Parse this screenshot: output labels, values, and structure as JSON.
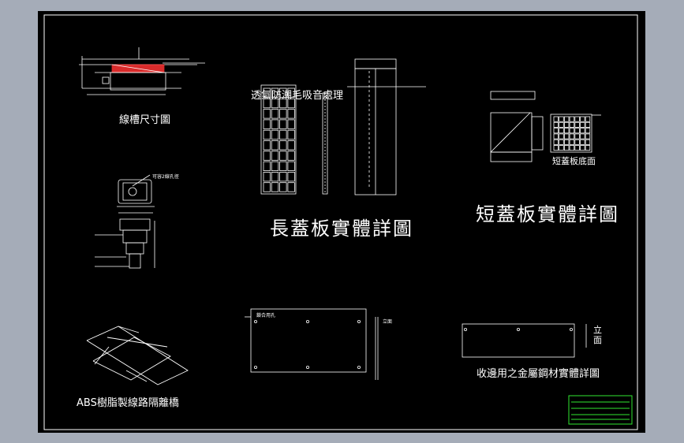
{
  "colors": {
    "frame_bg": "#a5acb8",
    "sheet_bg": "#000000",
    "line": "#ffffff",
    "dim_red": "#ff3333",
    "titleblock": "#2fe82f"
  },
  "titles": {
    "cable_tray": "線槽尺寸圖",
    "long_cover": "長蓋板實體詳圖",
    "short_cover": "短蓋板實體詳圖",
    "abs_bridge": "ABS樹脂製線路隔離橋",
    "metal_edge": "收邊用之金屬鋼材實體詳圖"
  },
  "notes": {
    "breathable_felt": "透氣防潮毛吸音處理",
    "front_view_long": "立面",
    "front_view_side": "立面",
    "short_cover_base": "短蓋板底面",
    "cable_hole": "可容2線孔徑",
    "screw_holes": "鎖合用孔"
  }
}
